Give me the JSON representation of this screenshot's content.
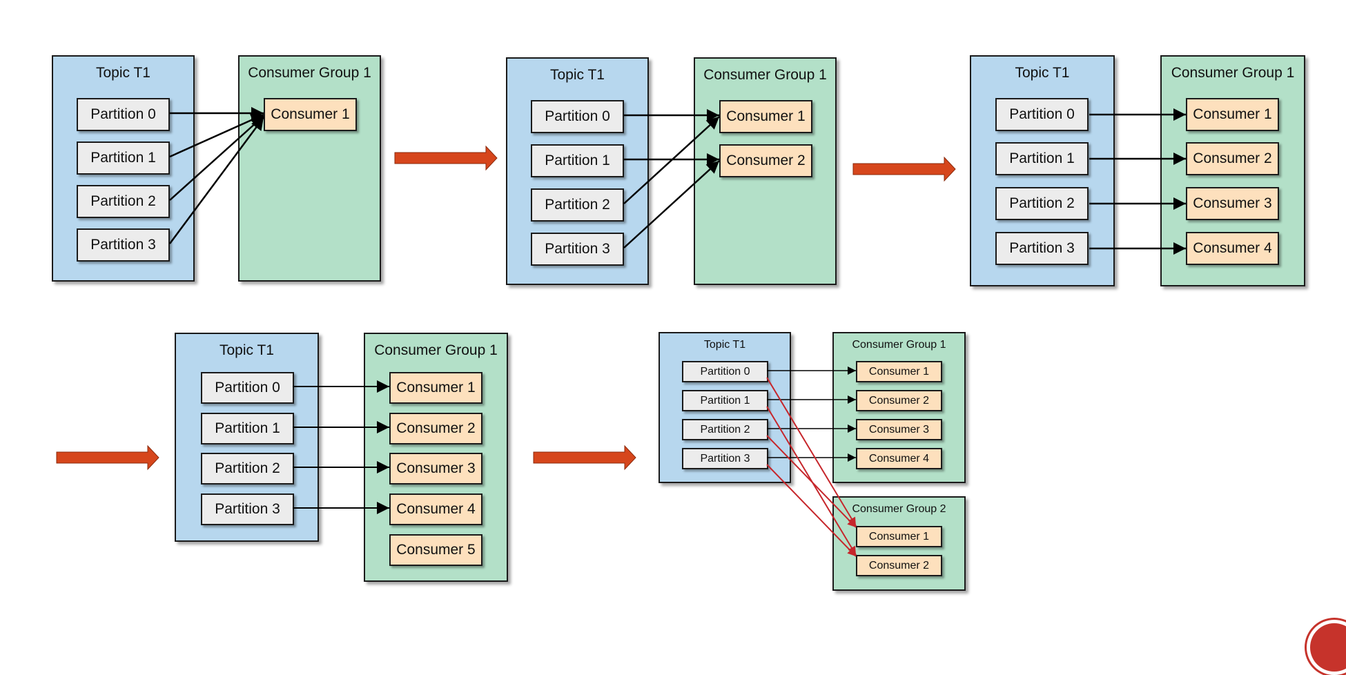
{
  "diagrams": [
    {
      "topic": {
        "title": "Topic T1",
        "partitions": [
          "Partition 0",
          "Partition 1",
          "Partition 2",
          "Partition 3"
        ]
      },
      "groups": [
        {
          "title": "Consumer Group 1",
          "consumers": [
            "Consumer 1"
          ]
        }
      ]
    },
    {
      "topic": {
        "title": "Topic T1",
        "partitions": [
          "Partition 0",
          "Partition 1",
          "Partition 2",
          "Partition 3"
        ]
      },
      "groups": [
        {
          "title": "Consumer Group 1",
          "consumers": [
            "Consumer 1",
            "Consumer 2"
          ]
        }
      ]
    },
    {
      "topic": {
        "title": "Topic T1",
        "partitions": [
          "Partition 0",
          "Partition 1",
          "Partition 2",
          "Partition 3"
        ]
      },
      "groups": [
        {
          "title": "Consumer Group 1",
          "consumers": [
            "Consumer 1",
            "Consumer 2",
            "Consumer 3",
            "Consumer 4"
          ]
        }
      ]
    },
    {
      "topic": {
        "title": "Topic T1",
        "partitions": [
          "Partition 0",
          "Partition 1",
          "Partition 2",
          "Partition 3"
        ]
      },
      "groups": [
        {
          "title": "Consumer Group 1",
          "consumers": [
            "Consumer 1",
            "Consumer 2",
            "Consumer 3",
            "Consumer 4",
            "Consumer 5"
          ]
        }
      ]
    },
    {
      "topic": {
        "title": "Topic T1",
        "partitions": [
          "Partition 0",
          "Partition 1",
          "Partition 2",
          "Partition 3"
        ]
      },
      "groups": [
        {
          "title": "Consumer Group 1",
          "consumers": [
            "Consumer 1",
            "Consumer 2",
            "Consumer 3",
            "Consumer 4"
          ]
        },
        {
          "title": "Consumer Group 2",
          "consumers": [
            "Consumer 1",
            "Consumer 2"
          ]
        }
      ]
    }
  ],
  "colors": {
    "topic_bg": "#b7d7ee",
    "group_bg": "#b3e0c8",
    "partition_bg": "#ececec",
    "consumer_bg": "#fde0bd",
    "flow_arrow": "#d6461c",
    "group2_link": "#c6262b"
  }
}
